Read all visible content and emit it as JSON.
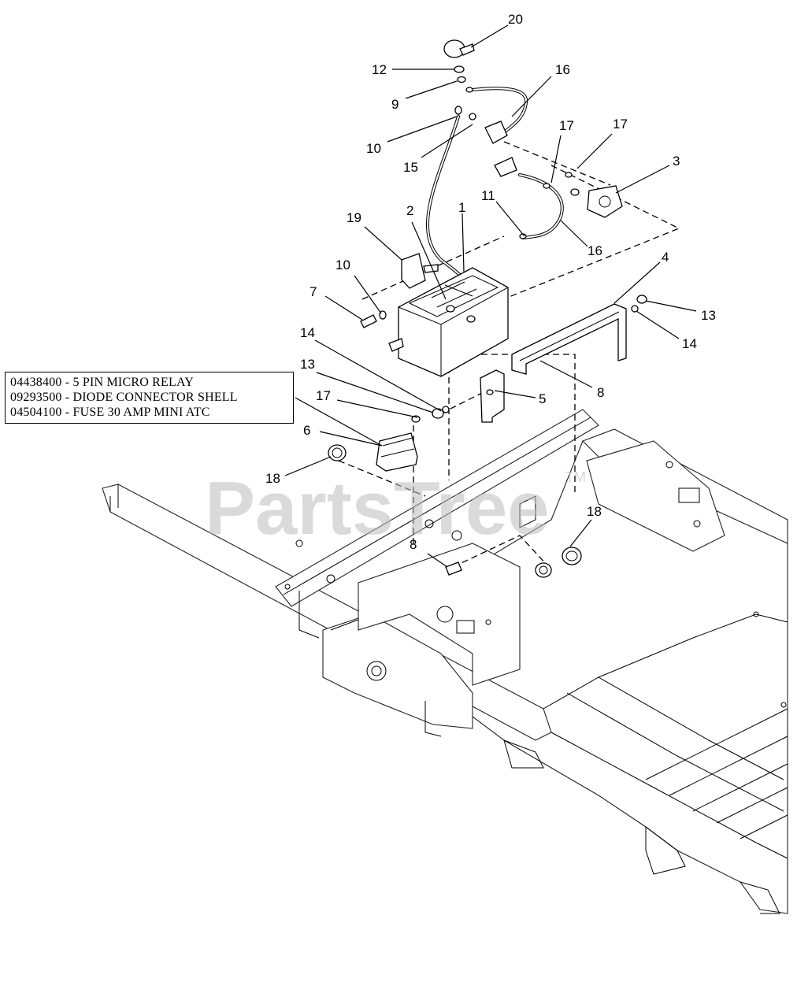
{
  "watermark": {
    "text": "PartsTree",
    "tm": "TM"
  },
  "legend": {
    "lines": [
      "04438400 - 5 PIN MICRO RELAY",
      "09293500 - DIODE CONNECTOR SHELL",
      "04504100 - FUSE 30 AMP MINI ATC"
    ]
  },
  "callouts": [
    "20",
    "12",
    "9",
    "16",
    "10",
    "15",
    "17",
    "17",
    "3",
    "2",
    "1",
    "11",
    "19",
    "16",
    "4",
    "10",
    "7",
    "13",
    "14",
    "14",
    "8",
    "5",
    "13",
    "17",
    "6",
    "18",
    "18",
    "8"
  ]
}
